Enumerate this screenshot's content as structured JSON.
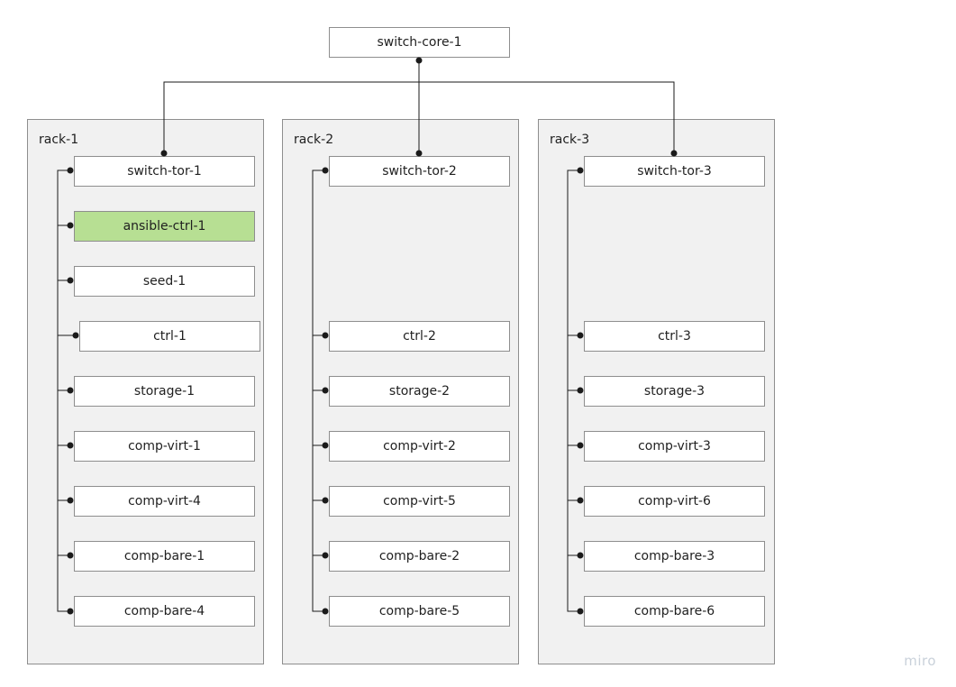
{
  "core": {
    "label": "switch-core-1"
  },
  "colors": {
    "highlight": "#b7df93",
    "rack_bg": "#f1f1f1",
    "border": "#8e8e8e"
  },
  "racks": [
    {
      "label": "rack-1",
      "switch": "switch-tor-1",
      "nodes": [
        "ansible-ctrl-1",
        "seed-1",
        "ctrl-1",
        "storage-1",
        "comp-virt-1",
        "comp-virt-4",
        "comp-bare-1",
        "comp-bare-4"
      ]
    },
    {
      "label": "rack-2",
      "switch": "switch-tor-2",
      "nodes": [
        "ctrl-2",
        "storage-2",
        "comp-virt-2",
        "comp-virt-5",
        "comp-bare-2",
        "comp-bare-5"
      ]
    },
    {
      "label": "rack-3",
      "switch": "switch-tor-3",
      "nodes": [
        "ctrl-3",
        "storage-3",
        "comp-virt-3",
        "comp-virt-6",
        "comp-bare-3",
        "comp-bare-6"
      ]
    }
  ],
  "highlighted_node": "ansible-ctrl-1",
  "watermark": "miro"
}
